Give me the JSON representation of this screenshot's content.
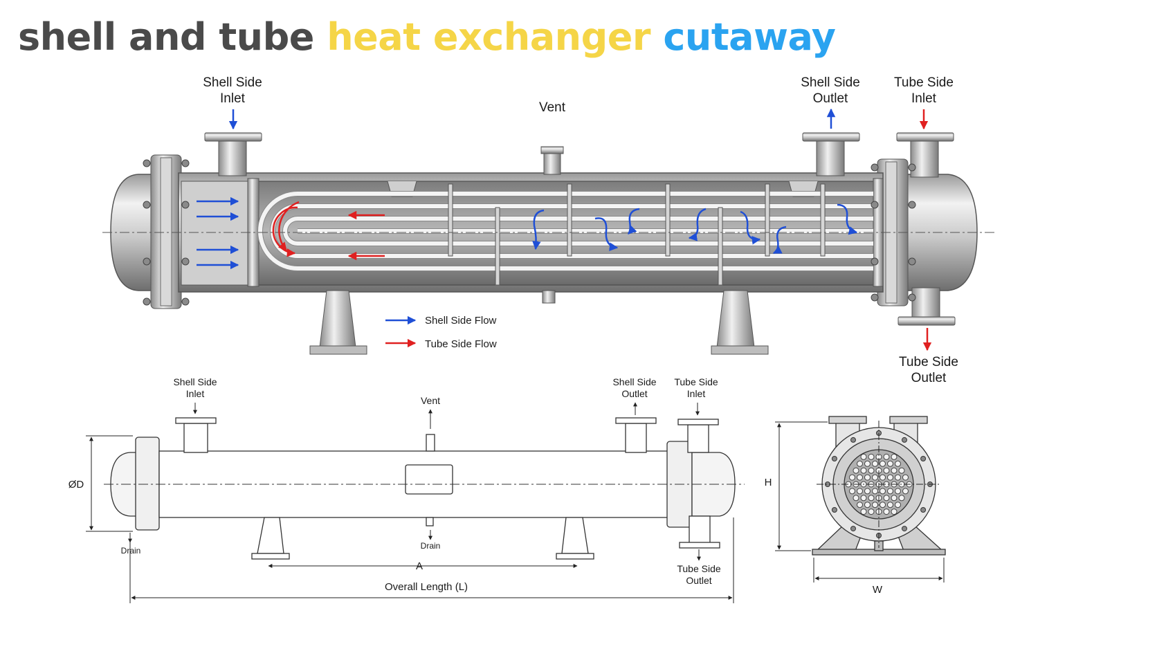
{
  "title": {
    "part1": "shell and tube",
    "part2": "heat exchanger",
    "part3": "cutaway",
    "colors": {
      "part1": "#4a4a4a",
      "part2": "#f5d547",
      "part3": "#2aa3f0"
    }
  },
  "cutaway": {
    "labels": {
      "shell_inlet_1": "Shell Side",
      "shell_inlet_2": "Inlet",
      "vent": "Vent",
      "shell_outlet_1": "Shell Side",
      "shell_outlet_2": "Outlet",
      "tube_inlet_1": "Tube Side",
      "tube_inlet_2": "Inlet",
      "tube_outlet_1": "Tube Side",
      "tube_outlet_2": "Outlet"
    },
    "legend": {
      "shell_flow": "Shell Side Flow",
      "tube_flow": "Tube Side Flow"
    },
    "colors": {
      "shell_flow": "#1f4fd6",
      "tube_flow": "#e02020"
    }
  },
  "drawing": {
    "labels": {
      "shell_inlet_1": "Shell Side",
      "shell_inlet_2": "Inlet",
      "vent": "Vent",
      "shell_outlet_1": "Shell Side",
      "shell_outlet_2": "Outlet",
      "tube_inlet_1": "Tube Side",
      "tube_inlet_2": "Inlet",
      "tube_outlet_1": "Tube Side",
      "tube_outlet_2": "Outlet",
      "drain_left": "Drain",
      "drain_mid": "Drain",
      "dim_d": "ØD",
      "dim_a": "A",
      "dim_l": "Overall Length (L)",
      "dim_h": "H",
      "dim_w": "W"
    }
  }
}
